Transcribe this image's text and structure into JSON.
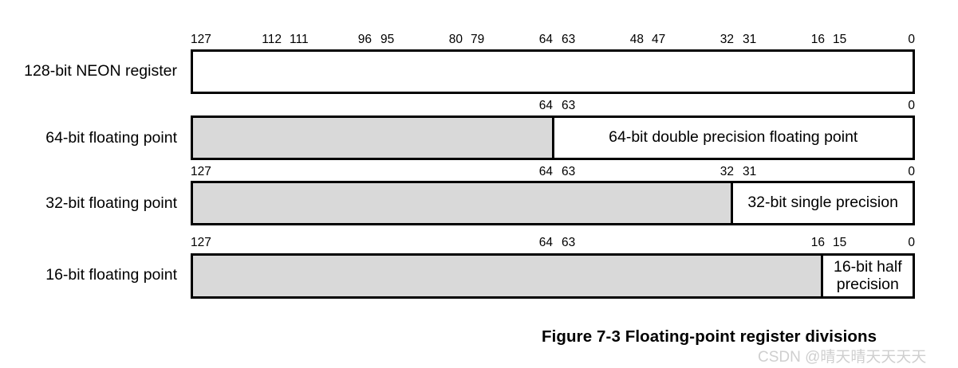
{
  "figure": {
    "caption": "Figure 7-3 Floating-point register divisions",
    "watermark": "CSDN @晴天晴天天天天",
    "colors": {
      "unused_fill": "#d9d9d9",
      "active_fill": "#ffffff",
      "outline": "#000000",
      "watermark": "#cfcfcf"
    },
    "rows": [
      {
        "label": "128-bit NEON register",
        "ticks": [
          {
            "value": "127",
            "pos": 0,
            "align": "left"
          },
          {
            "value": "112",
            "pos": 114,
            "align": "right"
          },
          {
            "value": "111",
            "pos": 124,
            "align": "left"
          },
          {
            "value": "96",
            "pos": 227,
            "align": "right"
          },
          {
            "value": "95",
            "pos": 238,
            "align": "left"
          },
          {
            "value": "80",
            "pos": 341,
            "align": "right"
          },
          {
            "value": "79",
            "pos": 351,
            "align": "left"
          },
          {
            "value": "64",
            "pos": 454,
            "align": "right"
          },
          {
            "value": "63",
            "pos": 465,
            "align": "left"
          },
          {
            "value": "48",
            "pos": 568,
            "align": "right"
          },
          {
            "value": "47",
            "pos": 578,
            "align": "left"
          },
          {
            "value": "32",
            "pos": 681,
            "align": "right"
          },
          {
            "value": "31",
            "pos": 692,
            "align": "left"
          },
          {
            "value": "16",
            "pos": 795,
            "align": "right"
          },
          {
            "value": "15",
            "pos": 805,
            "align": "left"
          },
          {
            "value": "0",
            "pos": 908,
            "align": "right"
          }
        ],
        "segments": [
          {
            "text": "",
            "fill": "white",
            "flex": 128
          }
        ]
      },
      {
        "label": "64-bit floating point",
        "ticks": [
          {
            "value": "64",
            "pos": 454,
            "align": "right"
          },
          {
            "value": "63",
            "pos": 465,
            "align": "left"
          },
          {
            "value": "0",
            "pos": 908,
            "align": "right"
          }
        ],
        "segments": [
          {
            "text": "",
            "fill": "gray",
            "flex": 64
          },
          {
            "text": "64-bit double precision floating point",
            "fill": "white",
            "flex": 64
          }
        ]
      },
      {
        "label": "32-bit floating point",
        "ticks": [
          {
            "value": "127",
            "pos": 0,
            "align": "left"
          },
          {
            "value": "64",
            "pos": 454,
            "align": "right"
          },
          {
            "value": "63",
            "pos": 465,
            "align": "left"
          },
          {
            "value": "32",
            "pos": 681,
            "align": "right"
          },
          {
            "value": "31",
            "pos": 692,
            "align": "left"
          },
          {
            "value": "0",
            "pos": 908,
            "align": "right"
          }
        ],
        "segments": [
          {
            "text": "",
            "fill": "gray",
            "flex": 96
          },
          {
            "text": "32-bit single precision",
            "fill": "white",
            "flex": 32
          }
        ]
      },
      {
        "label": "16-bit floating point",
        "ticks": [
          {
            "value": "127",
            "pos": 0,
            "align": "left"
          },
          {
            "value": "64",
            "pos": 454,
            "align": "right"
          },
          {
            "value": "63",
            "pos": 465,
            "align": "left"
          },
          {
            "value": "16",
            "pos": 795,
            "align": "right"
          },
          {
            "value": "15",
            "pos": 805,
            "align": "left"
          },
          {
            "value": "0",
            "pos": 908,
            "align": "right"
          }
        ],
        "segments": [
          {
            "text": "",
            "fill": "gray",
            "flex": 112
          },
          {
            "text": "16-bit half precision",
            "fill": "white",
            "flex": 16
          }
        ]
      }
    ]
  }
}
